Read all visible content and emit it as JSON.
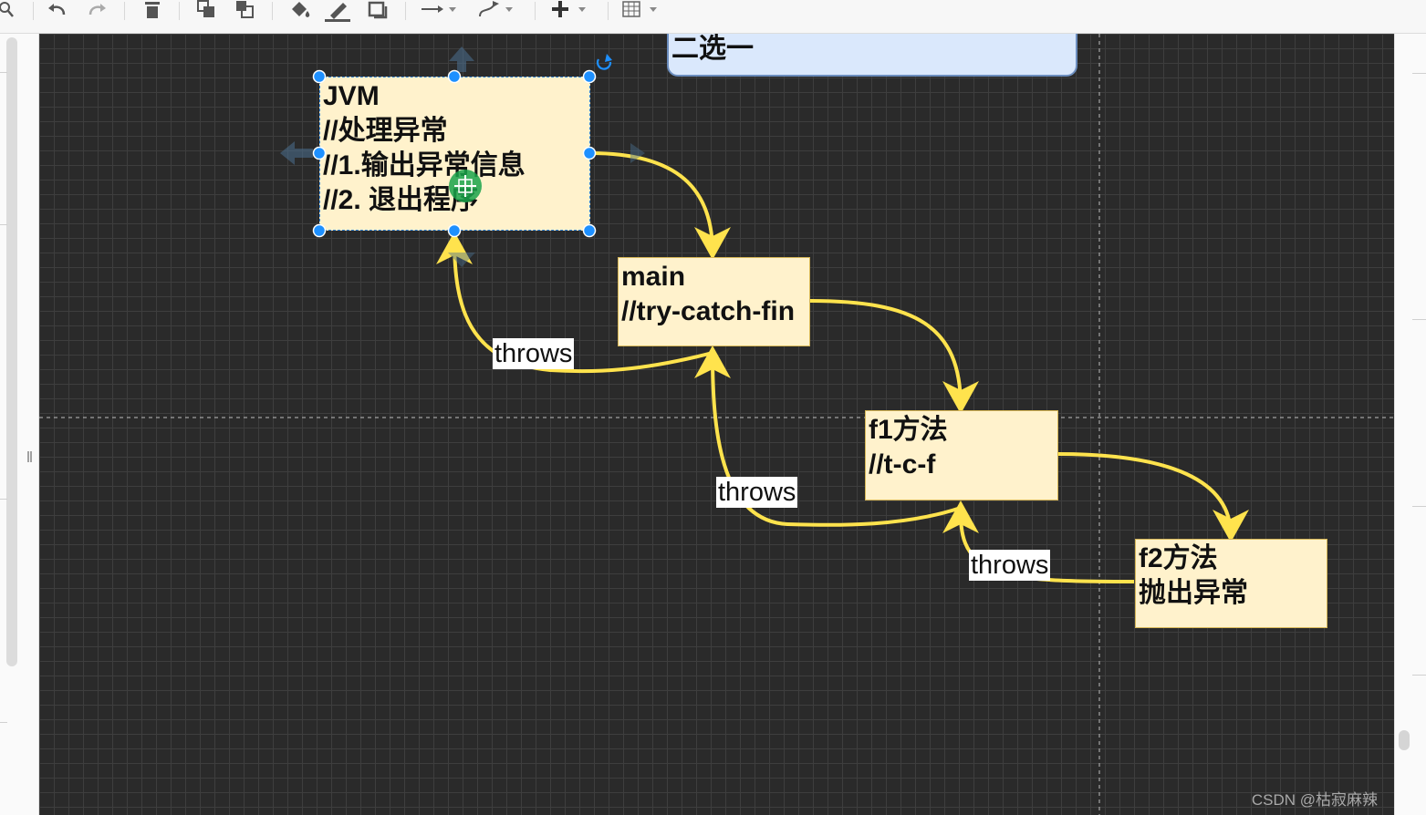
{
  "toolbar": {
    "icons": [
      "zoom-icon",
      "undo-icon",
      "redo-icon",
      "delete-icon",
      "to-front-icon",
      "to-back-icon",
      "fill-color-icon",
      "line-color-icon",
      "shadow-icon",
      "connection-icon",
      "waypoints-icon",
      "insert-icon",
      "table-icon"
    ]
  },
  "diagram": {
    "banner": {
      "text": "二选一"
    },
    "nodes": {
      "jvm": {
        "lines": [
          "JVM",
          "//处理异常",
          "//1.输出异常信息",
          "//2. 退出程序"
        ]
      },
      "main": {
        "lines": [
          "main",
          "//try-catch-fin"
        ]
      },
      "f1": {
        "lines": [
          "f1方法",
          "//t-c-f"
        ]
      },
      "f2": {
        "lines": [
          "f2方法",
          "抛出异常"
        ]
      }
    },
    "edge_labels": {
      "main_to_jvm": "throws",
      "f1_to_main": "throws",
      "f2_to_f1": "throws"
    }
  },
  "colors": {
    "canvas_bg": "#2a2a2a",
    "grid": "#3e3e3e",
    "node_fill": "#fff2cc",
    "node_stroke": "#d6b656",
    "banner_fill": "#dae8fc",
    "banner_stroke": "#6c8ebf",
    "edge": "#ffe34d",
    "selection": "#1e90ff"
  },
  "watermark": "CSDN @枯寂麻辣"
}
